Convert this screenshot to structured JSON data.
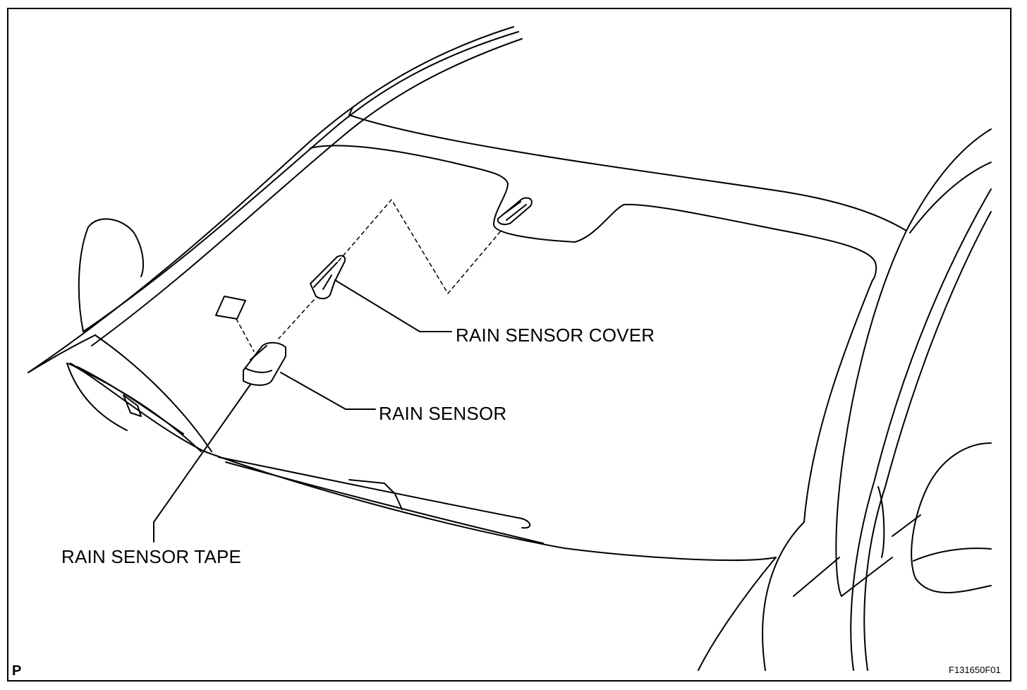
{
  "labels": {
    "rain_sensor_cover": "RAIN SENSOR COVER",
    "rain_sensor": "RAIN SENSOR",
    "rain_sensor_tape": "RAIN SENSOR TAPE"
  },
  "corner_mark": "P",
  "figure_id": "F131650F01"
}
